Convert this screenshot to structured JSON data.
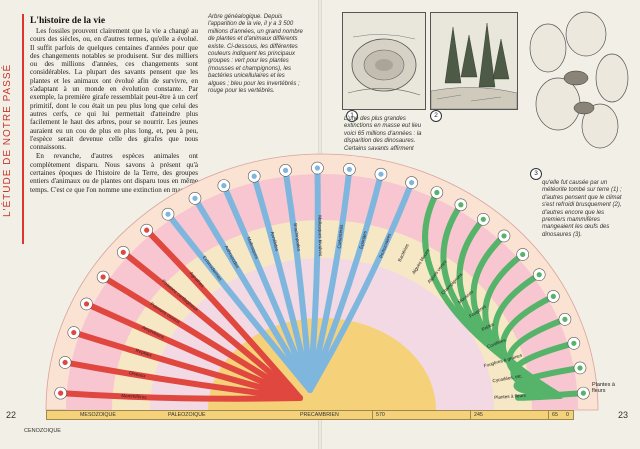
{
  "side_title": "L'ÉTUDE DE NOTRE PASSÉ",
  "article": {
    "title": "L'histoire de la vie",
    "paragraphs": [
      "Les fossiles prouvent clairement que la vie a changé au cours des siècles, ou, en d'autres termes, qu'elle a évolué. Il suffit parfois de quelques centaines d'années pour que des changements notables se produisent. Sur des milliers ou des millions d'années, ces changements sont considérables. La plupart des savants pensent que les plantes et les animaux ont évolué afin de survivre, en s'adaptant à un monde en évolution constante. Par exemple, la première girafe ressemblait peut-être à un cerf primitif, dont le cou était un peu plus long que celui des autres cerfs, ce qui lui permettait d'atteindre plus facilement le haut des arbres, pour se nourrir. Les jeunes auraient eu un cou de plus en plus long, et, peu à peu, l'espèce serait devenue celle des girafes que nous connaissons.",
      "En revanche, d'autres espèces animales ont complètement disparu. Nous savons à présent qu'à certaines époques de l'histoire de la Terre, des groupes entiers d'animaux ou de plantes ont disparu tous en même temps. C'est ce que l'on nomme une extinction en masse *."
    ]
  },
  "captions": {
    "tree": "Arbre généalogique. Depuis l'apparition de la vie, il y a 3 500 millions d'années, un grand nombre de plantes et d'animaux différents existe. Ci-dessous, les différentes couleurs indiquent les principaux groupes : vert pour les plantes (mousses et champignons), les bactéries unicellulaires et les algues ; bleu pour les invertébrés ; rouge pour les vertébrés.",
    "extinction_a": "L'une des plus grandes extinctions en masse eut lieu voici 65 millions d'années : la disparition des dinosaures. Certains savants affirment",
    "extinction_b": "qu'elle fut causée par un météorite tombé sur terre (1) ; d'autres pensent que le climat s'est refroidi brusquement (2), d'autres encore que les premiers mammifères mangeaient les œufs des dinosaures (3)."
  },
  "illustration_numbers": [
    "1",
    "2",
    "3"
  ],
  "page_numbers": {
    "left": "22",
    "right": "23"
  },
  "bottom_label": "CENOZOIQUE",
  "timeline": {
    "eras": [
      "MESOZOIQUE",
      "PALEOZOIQUE",
      "PRECAMBRIEN"
    ],
    "ticks": [
      "570",
      "245",
      "65",
      "0"
    ]
  },
  "plant_label": "Plantes à fleurs",
  "branches": {
    "red": [
      "Mammifères",
      "Oiseaux",
      "Reptiles",
      "Amphibiens",
      "Poissons osseux",
      "Poissons cartilagineux",
      "Agnathes"
    ],
    "blue": [
      "Echinodermes",
      "Arthropodes",
      "Mollusques",
      "Annélides",
      "Brachiopodes",
      "Mollusques bivalves",
      "Cœlentérés",
      "Eponges",
      "Protozoaires"
    ],
    "green": [
      "Bactéries",
      "Algues bleues",
      "Algues vertes",
      "Champignons",
      "Mousses",
      "Fougères",
      "Prêles",
      "Conifères",
      "Fougères à graines",
      "Cycadées, etc.",
      "Plantes à fleurs"
    ]
  },
  "colors": {
    "red_branch": "#e0473f",
    "blue_branch": "#7fb6de",
    "green_branch": "#56b36a",
    "pink_band": "#f7c6d0",
    "cream_band": "#f6e8c4",
    "yellow_center": "#f5d27a",
    "accent_red": "#c8342c"
  }
}
